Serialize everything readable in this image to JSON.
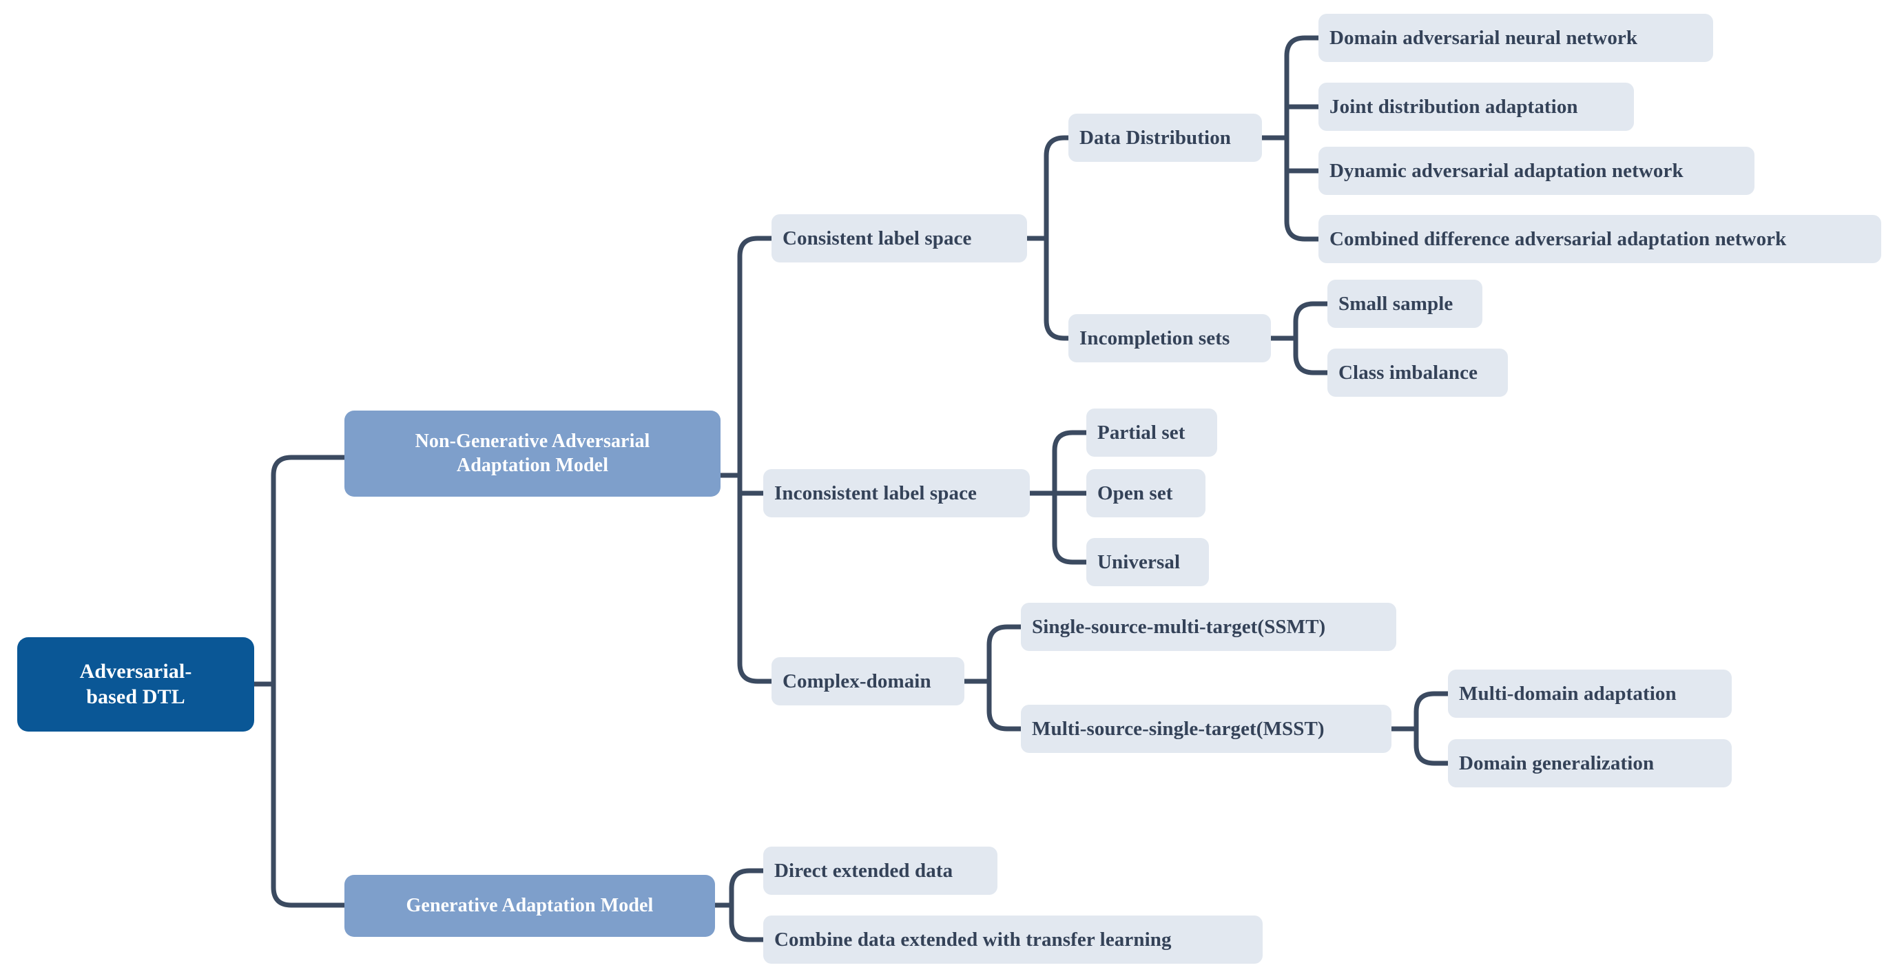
{
  "diagram": {
    "title": "Adversarial-based DTL taxonomy",
    "type": "mind-map",
    "colors": {
      "root_fill": "#0a5796",
      "root_text": "#ffffff",
      "level2_fill": "#7e9fcb",
      "level2_text": "#ffffff",
      "leaf_fill": "#e2e8f0",
      "leaf_text": "#344258",
      "connector": "#3b4a60",
      "background": "#ffffff"
    }
  },
  "root": {
    "label_line1": "Adversarial-",
    "label_line2": "based DTL"
  },
  "branches": {
    "non_generative": {
      "label_line1": "Non-Generative Adversarial",
      "label_line2": "Adaptation Model",
      "children": {
        "consistent": {
          "label": "Consistent label space",
          "children": {
            "data_distribution": {
              "label": "Data Distribution",
              "leaves": [
                "Domain adversarial neural network",
                "Joint distribution adaptation",
                "Dynamic adversarial adaptation network",
                "Combined difference adversarial adaptation network"
              ]
            },
            "incompletion": {
              "label": "Incompletion sets",
              "leaves": [
                "Small sample",
                "Class imbalance"
              ]
            }
          }
        },
        "inconsistent": {
          "label": "Inconsistent label space",
          "leaves": [
            "Partial set",
            "Open set",
            "Universal"
          ]
        },
        "complex_domain": {
          "label": "Complex-domain",
          "children": {
            "ssmt": {
              "label": "Single-source-multi-target(SSMT)",
              "leaves": []
            },
            "msst": {
              "label": "Multi-source-single-target(MSST)",
              "leaves": [
                "Multi-domain adaptation",
                "Domain generalization"
              ]
            }
          }
        }
      }
    },
    "generative": {
      "label": "Generative Adaptation Model",
      "leaves": [
        "Direct extended data",
        "Combine data extended with transfer learning"
      ]
    }
  }
}
